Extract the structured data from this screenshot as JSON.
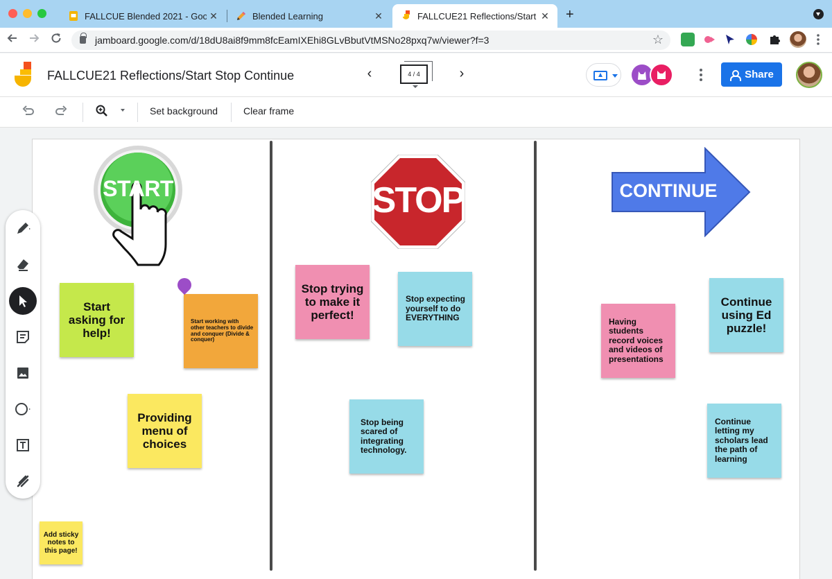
{
  "browser": {
    "tabs": [
      {
        "title": "FALLCUE Blended 2021 - Goog",
        "favicon": "slides-icon",
        "active": false
      },
      {
        "title": "Blended Learning",
        "favicon": "pencil-icon",
        "active": false
      },
      {
        "title": "FALLCUE21 Reflections/Start S",
        "favicon": "jamboard-icon",
        "active": true
      }
    ],
    "close_glyph": "✕",
    "new_tab_glyph": "+",
    "url": "jamboard.google.com/d/18dU8ai8f9mm8fcEamIXEhi8GLvBbutVtMSNo28pxq7w/viewer?f=3"
  },
  "app": {
    "title": "FALLCUE21 Reflections/Start Stop Continue",
    "frame_indicator": "4 / 4",
    "share_label": "Share"
  },
  "toolbar": {
    "set_background": "Set background",
    "clear_frame": "Clear frame"
  },
  "board": {
    "headers": {
      "start": "START",
      "stop": "STOP",
      "continue": "CONTINUE"
    },
    "stickies": {
      "start_asking": "Start asking for help!",
      "start_working": "Start working with other teachers to divide and conquer (Divide & conquer)",
      "providing_menu": "Providing menu of choices",
      "add_sticky": "Add sticky notes to this page!",
      "stop_trying": "Stop trying to make it perfect!",
      "stop_expecting": "Stop expecting yourself to do EVERYTHING",
      "stop_scared": "Stop being scared of integrating technology.",
      "having_students": "Having students record voices and videos of presentations",
      "continue_ed": "Continue using Ed puzzle!",
      "continue_letting": "Continue letting my scholars lead the path of learning"
    }
  },
  "colors": {
    "green_sticky": "#c5e84b",
    "orange_sticky": "#f2a73b",
    "yellow_sticky": "#fbe860",
    "pink_sticky": "#f08fb1",
    "blue_sticky": "#97dbe8",
    "share_blue": "#1a73e8",
    "tab_strip": "#a8d4f2"
  }
}
